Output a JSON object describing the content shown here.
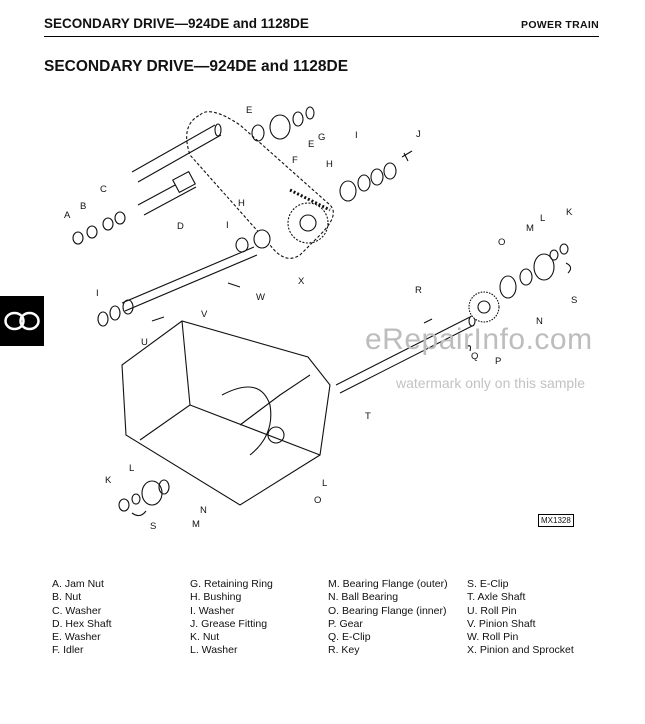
{
  "header": {
    "section_title": "SECONDARY DRIVE—924DE and 1128DE",
    "section_name": "POWER TRAIN"
  },
  "page_title": "SECONDARY DRIVE—924DE and 1128DE",
  "tab_icon": "infinity-icon",
  "figure_id": "MX1328",
  "watermark": {
    "line1": "eRepairInfo.com",
    "line2": "watermark only on this sample"
  },
  "diagram_labels": {
    "A": "A",
    "B": "B",
    "C": "C",
    "D": "D",
    "E": "E",
    "F": "F",
    "G": "G",
    "H": "H",
    "I": "I",
    "J": "J",
    "K": "K",
    "L": "L",
    "M": "M",
    "N": "N",
    "O": "O",
    "P": "P",
    "Q": "Q",
    "R": "R",
    "S": "S",
    "T": "T",
    "U": "U",
    "V": "V",
    "W": "W",
    "X": "X"
  },
  "legend": {
    "col1": [
      "A. Jam Nut",
      "B. Nut",
      "C. Washer",
      "D. Hex Shaft",
      "E. Washer",
      "F. Idler"
    ],
    "col2": [
      "G. Retaining Ring",
      "H. Bushing",
      "I. Washer",
      "J. Grease Fitting",
      "K. Nut",
      "L. Washer"
    ],
    "col3": [
      "M. Bearing Flange (outer)",
      "N. Ball Bearing",
      "O. Bearing Flange (inner)",
      "P. Gear",
      "Q. E-Clip",
      "R. Key"
    ],
    "col4": [
      "S. E-Clip",
      "T. Axle Shaft",
      "U. Roll Pin",
      "V. Pinion Shaft",
      "W. Roll Pin",
      "X. Pinion and Sprocket"
    ]
  }
}
